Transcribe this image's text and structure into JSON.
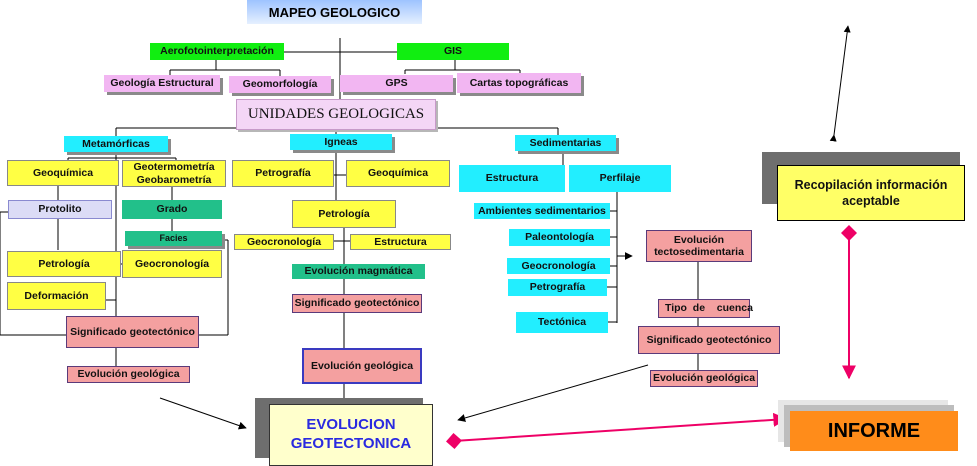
{
  "title": "MAPEO GEOLOGICO",
  "remote": {
    "aerofoto": "Aerofotointerpretación",
    "gis": "GIS",
    "geologia_estructural": "Geología Estructural",
    "geomorfologia": "Geomorfología",
    "gps": "GPS",
    "cartas": "Cartas topográficas"
  },
  "unidades": "UNIDADES GEOLOGICAS",
  "metamorficas": {
    "header": "Metamórficas",
    "geoquimica": "Geoquímica",
    "geotermo": "Geotermometría Geobarometría",
    "protolito": "Protolito",
    "grado": "Grado",
    "facies": "Facies",
    "petrologia": "Petrología",
    "geocronologia": "Geocronología",
    "deformacion": "Deformación",
    "significado": "Significado geotectónico",
    "evolucion": "Evolución geológica"
  },
  "igneas": {
    "header": "Igneas",
    "petrografia": "Petrografía",
    "geoquimica": "Geoquímica",
    "petrologia": "Petrología",
    "geocronologia": "Geocronología",
    "estructura": "Estructura",
    "evo_magmatica": "Evolución magmática",
    "significado": "Significado geotectónico",
    "evolucion": "Evolución geológica"
  },
  "sedimentarias": {
    "header": "Sedimentarias",
    "estructura": "Estructura",
    "perfilaje": "Perfilaje",
    "ambientes": "Ambientes sedimentarios",
    "paleontologia": "Paleontología",
    "geocronologia": "Geocronología",
    "petrografia": "Petrografía",
    "tectonica": "Tectónica",
    "evo_tectosed": "Evolución tectosedimentaria",
    "tipo_cuenca": "Tipo  de    cuenca",
    "significado": "Significado geotectónico",
    "evolucion": "Evolución geológica"
  },
  "evolucion_geotectonica": "EVOLUCION GEOTECTONICA",
  "recopilacion": "Recopilación información aceptable",
  "informe": "INFORME",
  "colors": {
    "green": "#11ee11",
    "pink": "#f2b6f2",
    "yellow": "#ffff44",
    "cyan": "#22eeff",
    "teal": "#22c08a",
    "salmon": "#f4a0a0",
    "orange": "#ff8c1a",
    "magenta_arrow": "#ee0066"
  }
}
